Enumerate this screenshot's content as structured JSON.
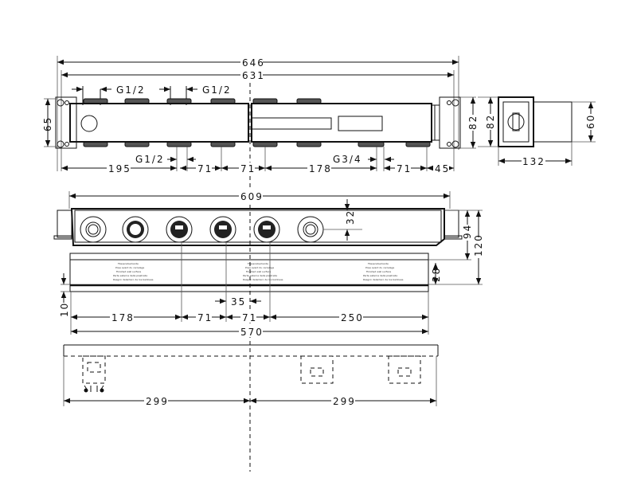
{
  "top_view": {
    "overall_width": "646",
    "frame_width": "631",
    "thread_top_left": "G1/2",
    "thread_top_mid": "G1/2",
    "thread_bottom_left": "G1/2",
    "thread_bottom_right": "G3/4",
    "height_left": "65",
    "height_right": "82",
    "bottom_dims": [
      "195",
      "71",
      "71",
      "178",
      "71",
      "45"
    ]
  },
  "side_view": {
    "height": "82",
    "pipe_height": "60",
    "depth": "132"
  },
  "front_view": {
    "overall_width": "609",
    "port_offset": "32",
    "height_94": "94",
    "height_120": "120",
    "plaster_depth": "28",
    "offset_10": "10",
    "center_offset": "35",
    "spacing_dims": [
      "178",
      "71",
      "71",
      "250"
    ],
    "plate_width": "570",
    "label_lines": [
      "Fliesenoberkante",
      "Pose avant du carrelage",
      "Finished wall surface",
      "Parte esterna della piastrella",
      "Rasgon delantero de los baldosas"
    ]
  },
  "bottom_view": {
    "dims": [
      "299",
      "299"
    ]
  },
  "colors": {
    "line": "#111111",
    "port_fill": "#555555"
  }
}
